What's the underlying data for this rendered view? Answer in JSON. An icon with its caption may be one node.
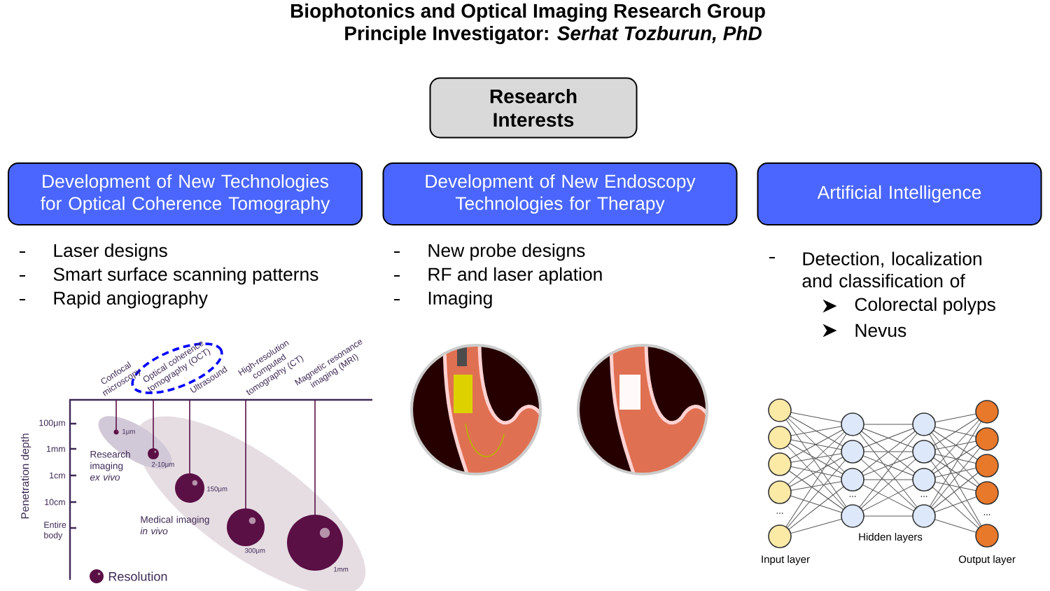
{
  "diagram": {
    "title": "Biophotonics and Optical Imaging Research Group",
    "nodes": [
      {
        "text": [
          "Research Interests"
        ]
      },
      {
        "text": [
          "Development of New Technologies for Optical Coherence Tomography"
        ],
        "beside": [
          "Laser designs",
          "Smart surface scanning patterns",
          "Rapid angiography"
        ]
      },
      {
        "text": [
          "Development of New Endoscopy Technologies for Therapy"
        ],
        "beside": [
          "New probe designs",
          "RF and laser aplation",
          "Imaging"
        ]
      },
      {
        "text": [
          "Artificial Intelligence"
        ],
        "beside": [
          "Detection, localization and classification of",
          "Colorectal polyps",
          "Nevus"
        ]
      }
    ],
    "labels": [
      "Principle Investigator: *Serhat Tozburun, PhD*",
      "Confocal microscopy",
      "Optical coherence tomography (OCT)",
      "Ultrasound",
      "High-resolution computed tomography (CT)",
      "Magnetic resonance imaging (MRI)",
      "100μm",
      "1μm",
      "1mm",
      "Research imaging *ex vivo*",
      "2-10μm",
      "1cm",
      "150μm",
      "10cm",
      "Entire body",
      "Medical imaging *in vivo*",
      "300μm",
      "1mm",
      "Penetration depth",
      "...",
      "...",
      "...",
      "...",
      "Hidden layers",
      "Input layer",
      "Output layer"
    ],
    "legend": [
      {
        "text": "Resolution"
      }
    ]
  }
}
